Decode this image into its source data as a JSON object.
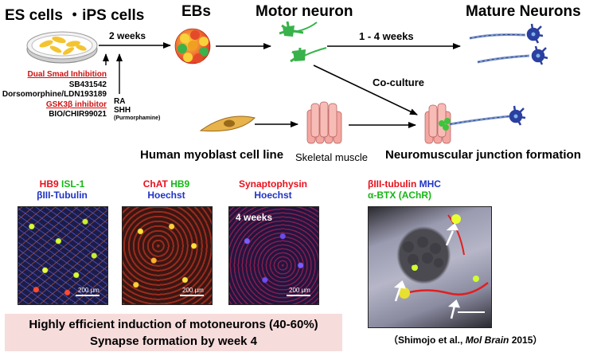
{
  "diagram": {
    "source_label": "ES cells ・iPS cells",
    "eb_label": "EBs",
    "motor_label": "Motor neuron",
    "mature_label": "Mature Neurons",
    "weeks_2": "2 weeks",
    "weeks_1_4": "1 - 4 weeks",
    "coculture": "Co-culture",
    "myoblast": "Human myoblast cell line",
    "skeletal": "Skeletal muscle",
    "nmj": "Neuromuscular junction formation",
    "inhibitors": {
      "dual_smad": "Dual Smad Inhibition",
      "sb": "SB431542",
      "dorso": "Dorsomorphine/LDN193189",
      "gsk": "GSK3β inhibitor",
      "bio": "BIO/CHIR99021"
    },
    "ra": "RA",
    "shh": "SHH",
    "purmorphamine": "(Purmorphamine)"
  },
  "panels": [
    {
      "line1": [
        {
          "t": "HB9",
          "c": "red"
        },
        {
          "t": " ISL-1",
          "c": "green"
        }
      ],
      "line2": [
        {
          "t": "βIII-Tubulin",
          "c": "blue"
        }
      ],
      "scale": "200 μm"
    },
    {
      "line1": [
        {
          "t": "ChAT",
          "c": "red"
        },
        {
          "t": " HB9",
          "c": "green"
        }
      ],
      "line2": [
        {
          "t": "Hoechst",
          "c": "blue"
        }
      ],
      "scale": "200 μm"
    },
    {
      "line1": [
        {
          "t": "Synaptophysin",
          "c": "red"
        }
      ],
      "line2": [
        {
          "t": "Hoechst",
          "c": "blue"
        }
      ],
      "scale": "200 μm",
      "overlay": "4 weeks"
    },
    {
      "line1": [
        {
          "t": "βIII-tubulin",
          "c": "red"
        },
        {
          "t": " MHC",
          "c": "blue"
        }
      ],
      "line2": [
        {
          "t": "α-BTX (AChR)",
          "c": "green"
        }
      ]
    }
  ],
  "summary": {
    "line1": "Highly efficient induction of motoneurons (40-60%)",
    "line2": "Synapse formation by week 4"
  },
  "citation": {
    "prefix": "（Shimojo et al., ",
    "journal": "Mol Brain",
    "suffix": " 2015）"
  },
  "colors": {
    "red": "#e8101c",
    "green": "#16b716",
    "blue": "#1f33c6",
    "summary_bg": "#f7dcdc",
    "inhibitor_red": "#d01010"
  }
}
